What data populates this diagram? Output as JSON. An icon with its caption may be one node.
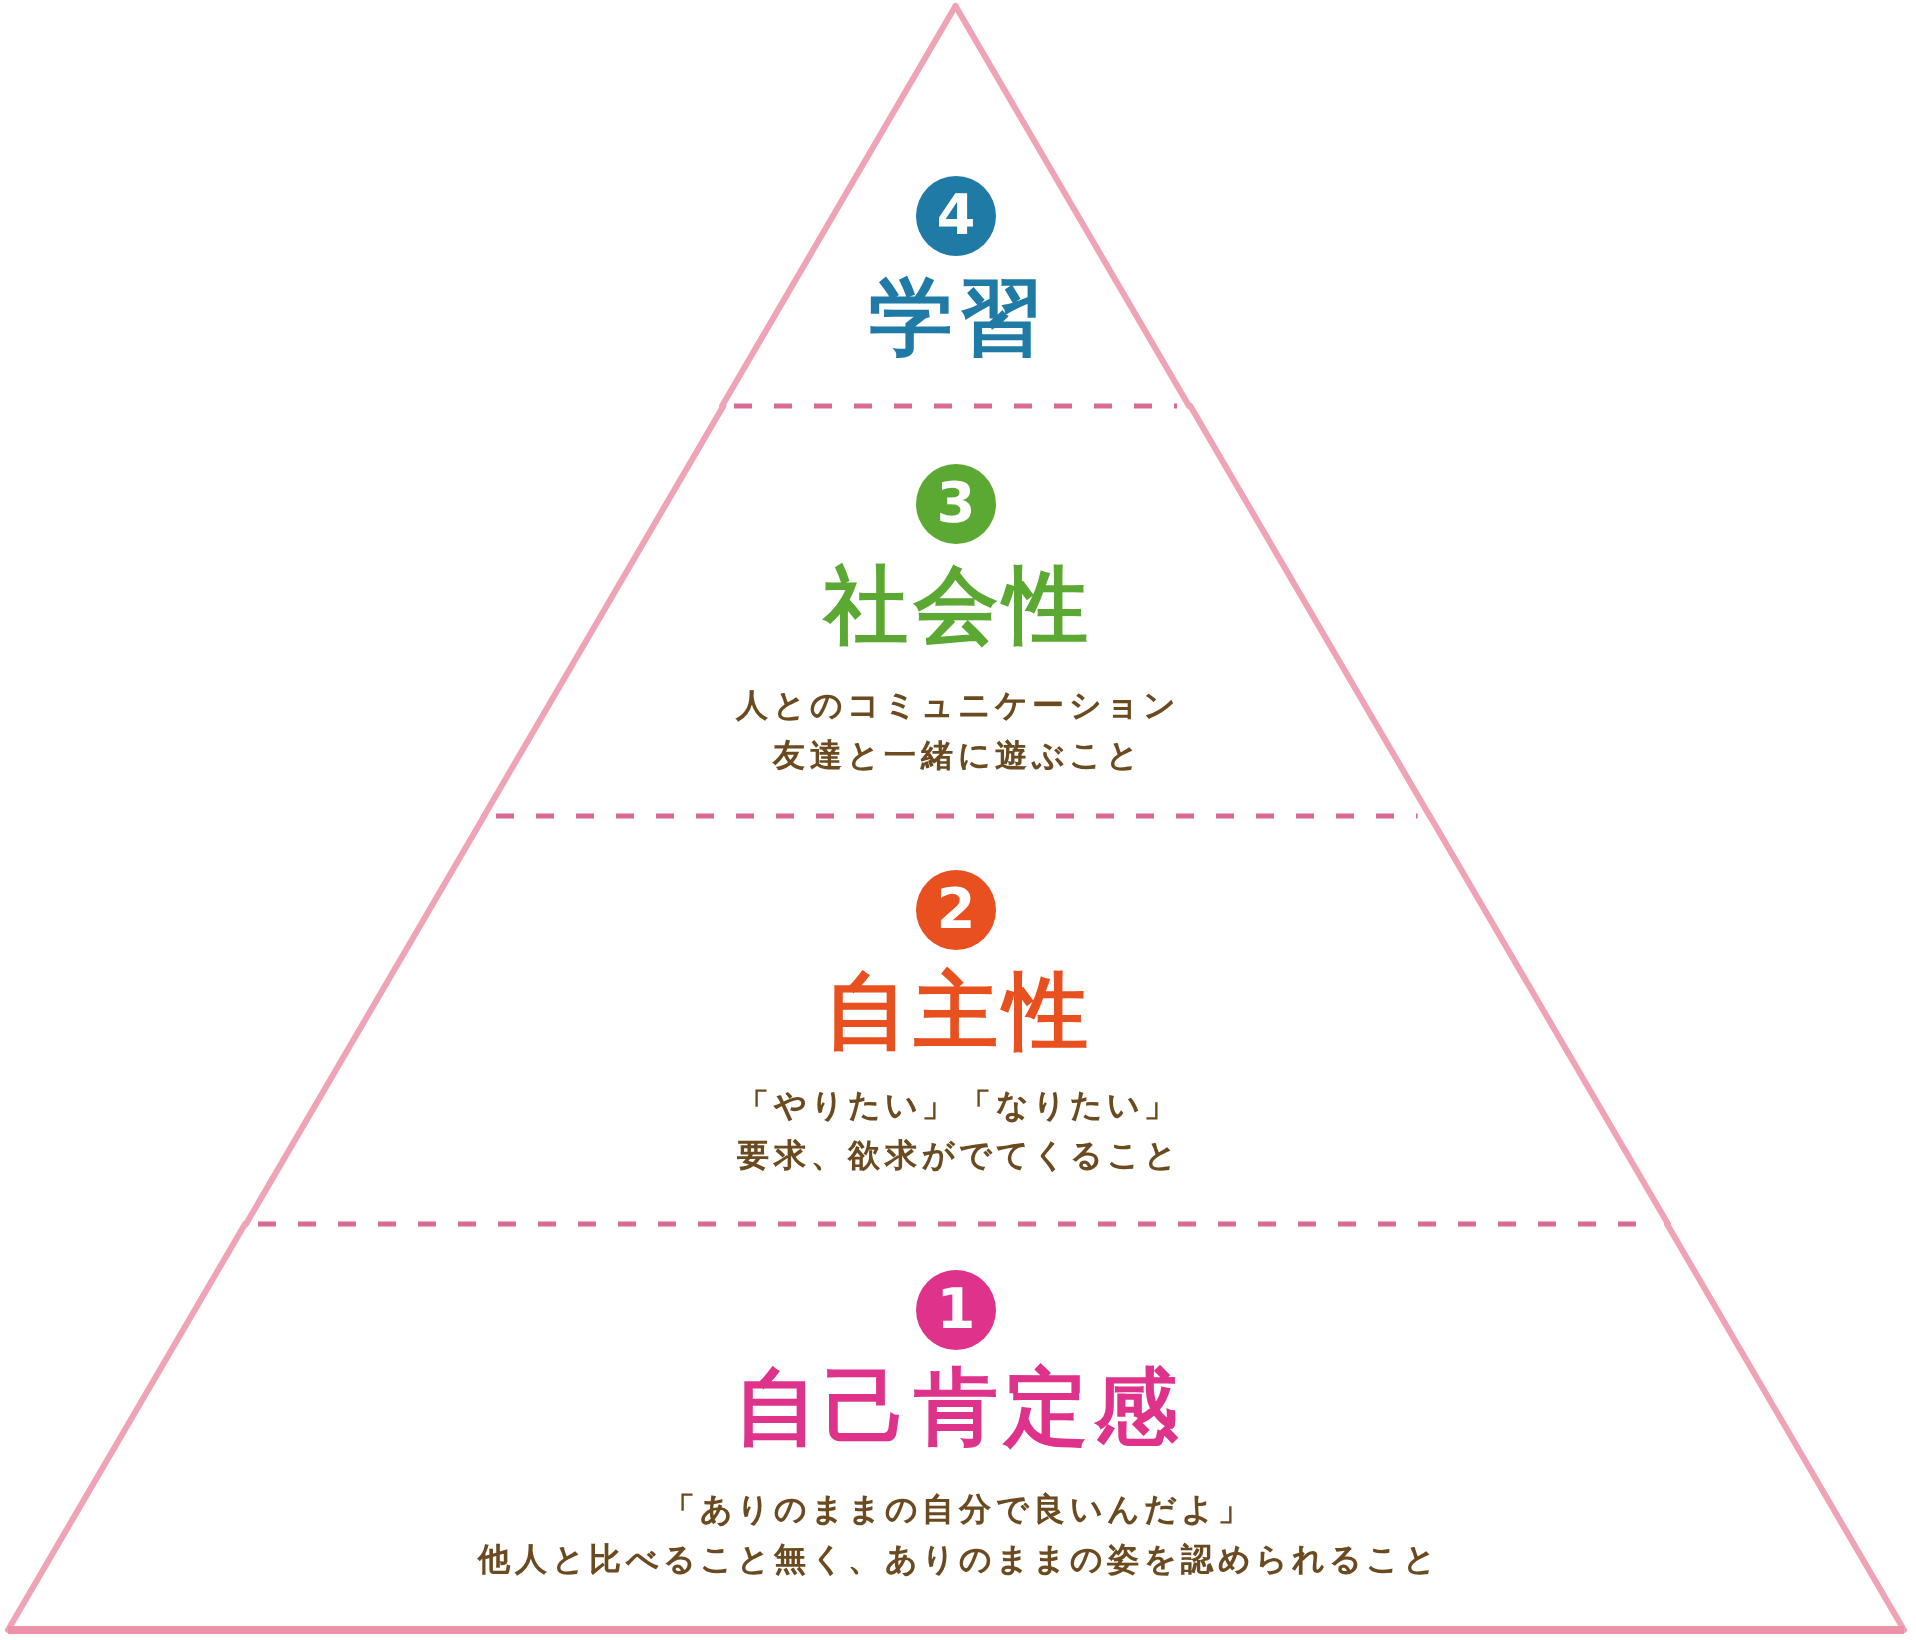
{
  "diagram": {
    "nodes": [
      {
        "text": [
          "4",
          "学習"
        ]
      },
      {
        "text": [
          "3",
          "社会性",
          "人とのコミュニケーション",
          "友達と一緒に遊ぶこと"
        ]
      },
      {
        "text": [
          "2",
          "自主性",
          "「やりたい」「なりたい」",
          "要求、欲求がでてくること"
        ]
      },
      {
        "text": [
          "1",
          "自己肯定感",
          "「ありのままの自分で良いんだよ」",
          "他人と比べること無く、ありのままの姿を認められること"
        ]
      }
    ]
  }
}
